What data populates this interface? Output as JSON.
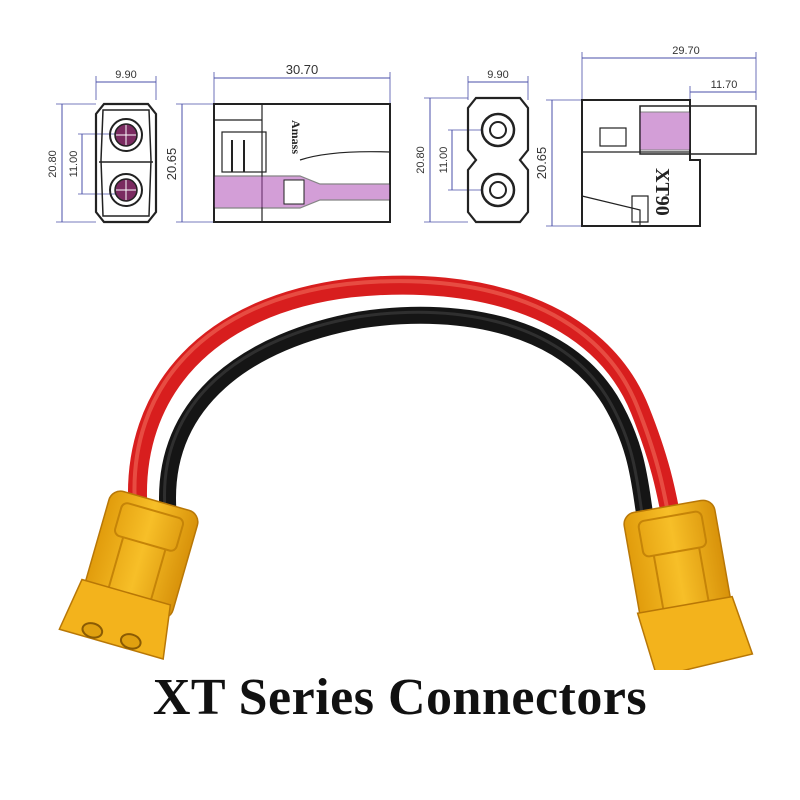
{
  "title": "XT Series Connectors",
  "drawings": {
    "male_front": {
      "width": "9.90",
      "height": "20.80",
      "pin_spacing": "11.00"
    },
    "male_side": {
      "length": "30.70",
      "height": "20.65",
      "mark": "Amass"
    },
    "female_front": {
      "width": "9.90",
      "height": "20.80",
      "pin_spacing": "11.00"
    },
    "female_side": {
      "length": "29.70",
      "sub_length": "11.70",
      "height": "20.65",
      "mark": "XT90"
    }
  },
  "colors": {
    "housing": "#f3b31c",
    "housing_dark": "#d48f0a",
    "wire_red": "#d81e1e",
    "wire_black": "#151515",
    "dimension_line": "#4a4fa8",
    "section_fill": "#b04fb8"
  }
}
